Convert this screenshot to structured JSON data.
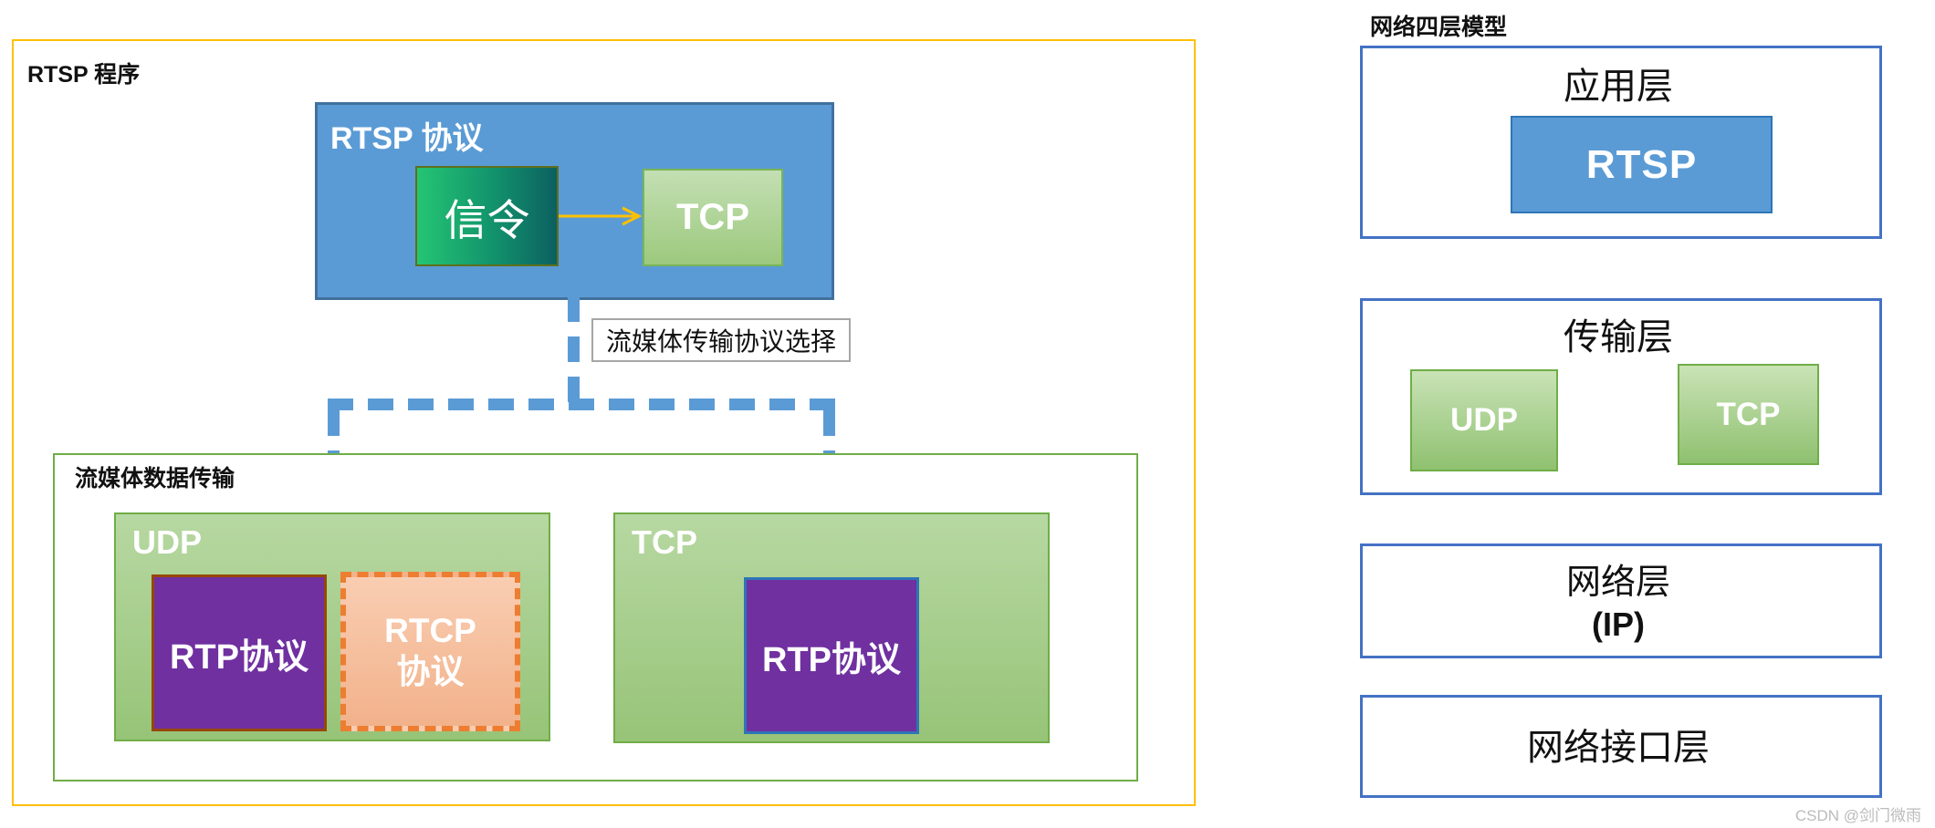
{
  "program": {
    "title": "RTSP 程序",
    "protocol_box": {
      "title": "RTSP 协议",
      "signaling_label": "信令",
      "tcp_label": "TCP"
    },
    "selector_label": "流媒体传输协议选择",
    "streaming": {
      "title": "流媒体数据传输",
      "udp_section": {
        "title": "UDP",
        "rtp_label": "RTP协议",
        "rtcp_line1": "RTCP",
        "rtcp_line2": "协议"
      },
      "tcp_section": {
        "title": "TCP",
        "rtp_label": "RTP协议"
      }
    }
  },
  "model": {
    "title": "网络四层模型",
    "application_layer": {
      "name": "应用层",
      "protocol": "RTSP"
    },
    "transport_layer": {
      "name": "传输层",
      "udp": "UDP",
      "tcp": "TCP"
    },
    "network_layer": {
      "name": "网络层",
      "subtitle": "(IP)"
    },
    "interface_layer": {
      "name": "网络接口层"
    }
  },
  "watermark": "CSDN @剑门微雨",
  "colors": {
    "accent_blue": "#5B9BD5",
    "blue_border": "#41719C",
    "panel_border": "#4472C4",
    "green_border": "#70AD47",
    "green_fill": "#A9D08E",
    "purple": "#7030A0",
    "purple_border_udp": "#974706",
    "purple_border_tcp": "#2E75B6",
    "orange_dash": "#ED7D31",
    "salmon_fill": "#F6C2A0",
    "yellow_border": "#FFC000",
    "signal_gradient_start": "#24C573",
    "signal_gradient_end": "#0C6060",
    "watermark_gray": "#BBBBBB"
  }
}
